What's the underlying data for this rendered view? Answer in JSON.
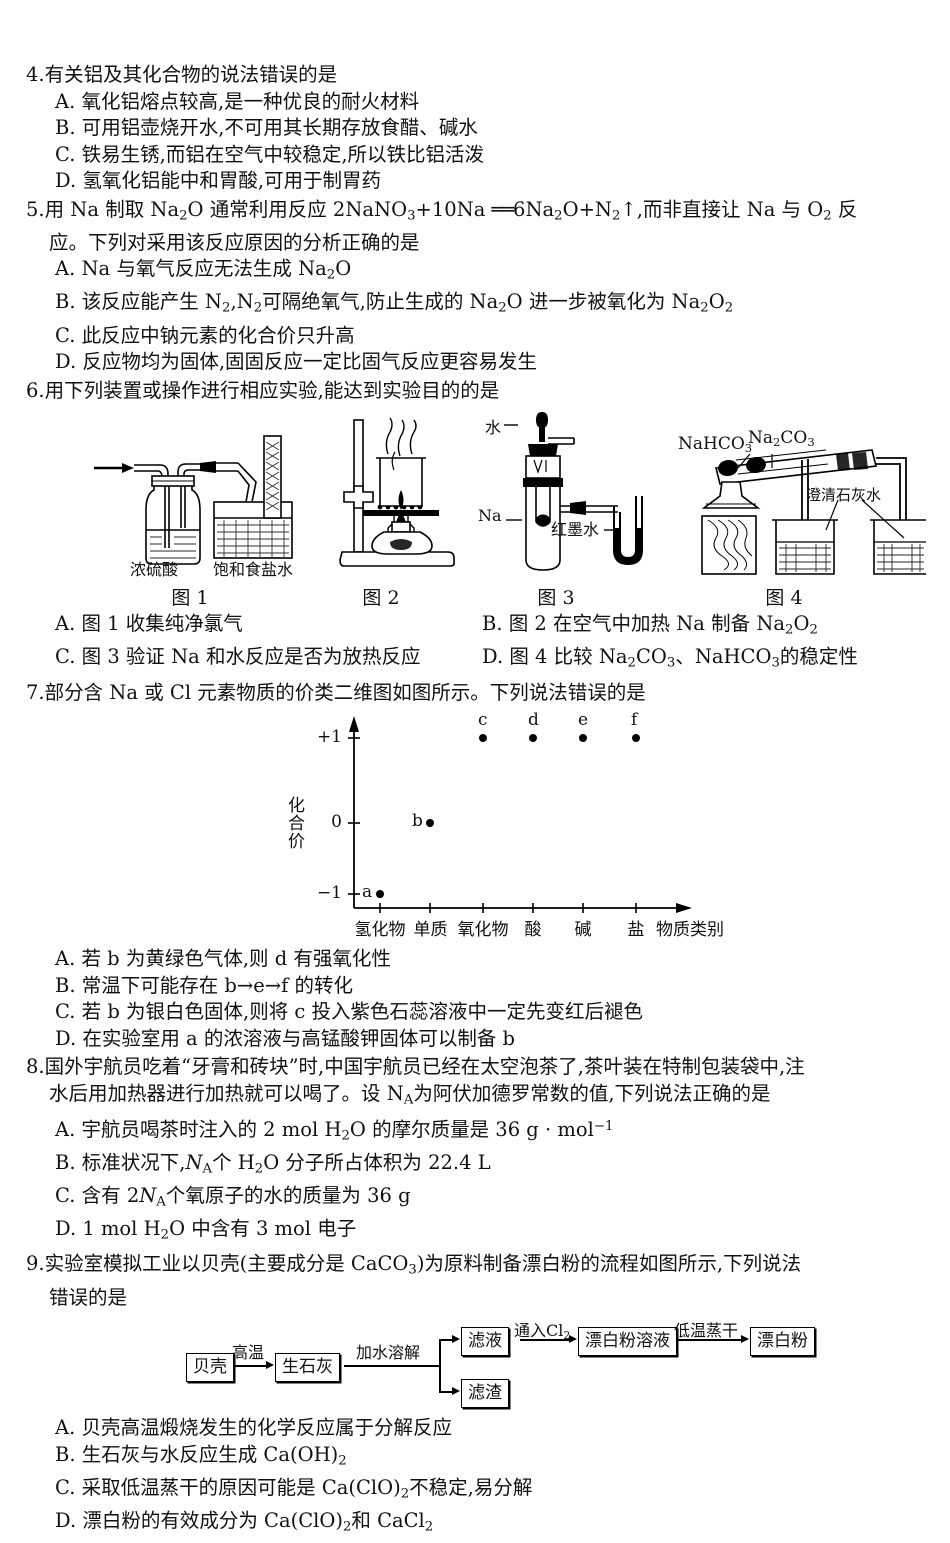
{
  "questions": [
    {
      "num": "4.",
      "stem": "有关铝及其化合物的说法错误的是",
      "options": [
        "A. 氧化铝熔点较高,是一种优良的耐火材料",
        "B. 可用铝壶烧开水,不可用其长期存放食醋、碱水",
        "C. 铁易生锈,而铝在空气中较稳定,所以铁比铝活泼",
        "D. 氢氧化铝能中和胃酸,可用于制胃药"
      ]
    },
    {
      "num": "5.",
      "stem_line1_a": "用 Na 制取 Na",
      "stem_line1_b": "O 通常利用反应 2NaNO",
      "stem_line1_c": "+10Na ",
      "stem_line1_d": "6Na",
      "stem_line1_e": "O+N",
      "stem_line1_f": ",而非直接让 Na 与 O",
      "stem_line1_g": " 反",
      "stem_line2": "应。下列对采用该反应原因的分析正确的是"
    },
    {
      "num": "6.",
      "stem": "用下列装置或操作进行相应实验,能达到实验目的的是"
    },
    {
      "num": "7.",
      "stem": "部分含 Na 或 Cl 元素物质的价类二维图如图所示。下列说法错误的是",
      "options": [
        "A. 若 b 为黄绿色气体,则 d 有强氧化性",
        "B. 常温下可能存在 b→e→f 的转化",
        "C. 若 b 为银白色固体,则将 c 投入紫色石蕊溶液中一定先变红后褪色",
        "D. 在实验室用 a 的浓溶液与高锰酸钾固体可以制备 b"
      ]
    },
    {
      "num": "8.",
      "stem_line1": "国外宇航员吃着“牙膏和砖块”时,中国宇航员已经在太空泡茶了,茶叶装在特制包装袋中,注",
      "stem_line2_a": "水后用加热器进行加热就可以喝了。设 N",
      "stem_line2_b": "为阿伏加德罗常数的值,下列说法正确的是"
    },
    {
      "num": "9.",
      "stem_line1_a": "实验室模拟工业以贝壳(主要成分是 CaCO",
      "stem_line1_b": ")为原料制备漂白粉的流程如图所示,下列说法",
      "stem_line2": "错误的是"
    }
  ],
  "q5_options": {
    "a_1": "A. Na 与氧气反应无法生成 Na",
    "a_2": "O",
    "b_1": "B. 该反应能产生 N",
    "b_2": ",N",
    "b_3": "可隔绝氧气,防止生成的 Na",
    "b_4": "O 进一步被氧化为 Na",
    "b_5": "O",
    "c": "C. 此反应中钠元素的化合价只升高",
    "d": "D. 反应物均为固体,固固反应一定比固气反应更容易发生"
  },
  "q6_options": {
    "a": "A. 图 1 收集纯净氯气",
    "b_1": "B. 图 2 在空气中加热 Na 制备 Na",
    "b_2": "O",
    "c": "C. 图 3 验证 Na 和水反应是否为放热反应",
    "d_1": "D. 图 4 比较 Na",
    "d_2": "CO",
    "d_3": "、NaHCO",
    "d_4": "的稳定性"
  },
  "q8_options": {
    "a_1": "A. 宇航员喝茶时注入的 2 mol H",
    "a_2": "O 的摩尔质量是 36 g · mol",
    "a_sup": "−1",
    "b_1": "B. 标准状况下,",
    "b_n": "N",
    "b_sub": "A",
    "b_2": "个 H",
    "b_3": "O 分子所占体积为 22.4 L",
    "c_1": "C. 含有 2",
    "c_n": "N",
    "c_sub": "A",
    "c_2": "个氧原子的水的质量为 36 g",
    "d_1": "D. 1 mol H",
    "d_2": "O 中含有 3 mol 电子"
  },
  "q9_options": {
    "a": "A. 贝壳高温煅烧发生的化学反应属于分解反应",
    "b_1": "B. 生石灰与水反应生成 Ca(OH)",
    "c_1": "C. 采取低温蒸干的原因可能是 Ca(ClO)",
    "c_2": "不稳定,易分解",
    "d_1": "D. 漂白粉的有效成分为 Ca(ClO)",
    "d_2": "和 CaCl"
  },
  "apparatus": {
    "fig1": {
      "caption": "图 1",
      "label_left": "浓硫酸",
      "label_right": "饱和食盐水"
    },
    "fig2": {
      "caption": "图 2"
    },
    "fig3": {
      "caption": "图 3",
      "label_water": "水",
      "label_na": "Na",
      "label_ink": "红墨水"
    },
    "fig4": {
      "caption": "图 4",
      "label_nahco3_a": "NaHCO",
      "label_nahco3_b": "3",
      "label_na2co3_a": "Na",
      "label_na2co3_b": "2",
      "label_na2co3_c": "CO",
      "label_na2co3_d": "3",
      "label_limewater": "澄清石灰水"
    }
  },
  "chart_data": {
    "type": "scatter",
    "title": "",
    "xlabel": "物质类别",
    "ylabel": "化合价",
    "categories": [
      "氢化物",
      "单质",
      "氧化物",
      "酸",
      "碱",
      "盐"
    ],
    "yticks": [
      "+1",
      "0",
      "−1"
    ],
    "yvalues": [
      1,
      0,
      -1
    ],
    "ylim": [
      -1.4,
      1.4
    ],
    "grid": false,
    "legend": "none",
    "points": [
      {
        "label": "a",
        "category": "氢化物",
        "x": 0,
        "y": -1,
        "label_pos": "left"
      },
      {
        "label": "b",
        "category": "单质",
        "x": 1,
        "y": 0,
        "label_pos": "left"
      },
      {
        "label": "c",
        "category": "氧化物",
        "x": 2,
        "y": 1,
        "label_pos": "above"
      },
      {
        "label": "d",
        "category": "酸",
        "x": 3,
        "y": 1,
        "label_pos": "above"
      },
      {
        "label": "e",
        "category": "碱",
        "x": 4,
        "y": 1,
        "label_pos": "above"
      },
      {
        "label": "f",
        "category": "盐",
        "x": 5,
        "y": 1,
        "label_pos": "above"
      }
    ]
  },
  "flowchart": {
    "nodes": [
      {
        "id": "n1",
        "label": "贝壳"
      },
      {
        "id": "n2",
        "label": "生石灰"
      },
      {
        "id": "n3",
        "label": "滤液"
      },
      {
        "id": "n4",
        "label": "滤渣"
      },
      {
        "id": "n5",
        "label": "漂白粉溶液"
      },
      {
        "id": "n6",
        "label": "漂白粉"
      }
    ],
    "edge_labels": {
      "e1": "高温",
      "e2": "加水溶解",
      "e3_a": "通入Cl",
      "e3_b": "2",
      "e4": "低温蒸干"
    }
  }
}
